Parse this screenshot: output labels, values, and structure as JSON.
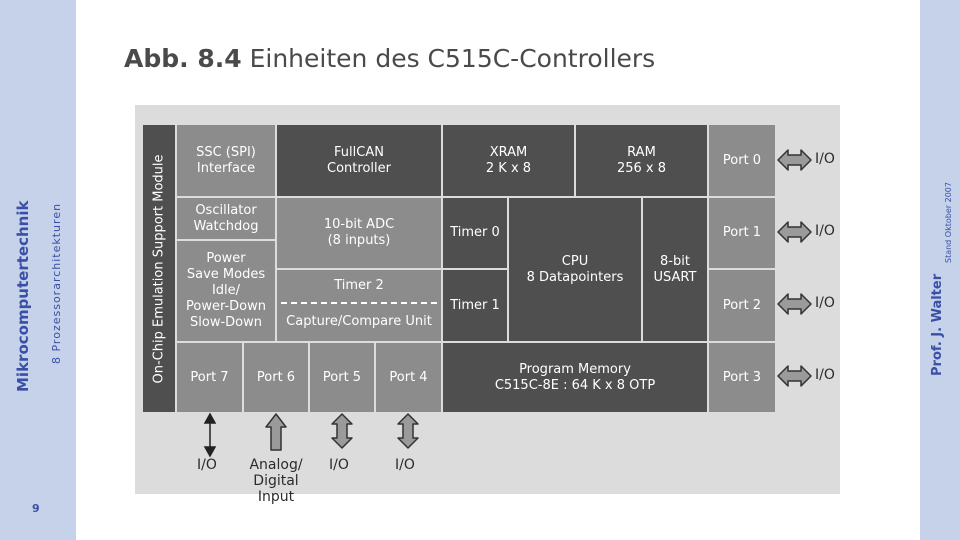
{
  "sidebar_left": {
    "course_title": "Mikrocomputertechnik",
    "chapter": "8 Prozessorarchitekturen",
    "page_number": "9"
  },
  "sidebar_right": {
    "author": "Prof. J. Walter",
    "date": "Stand Oktober 2007"
  },
  "slide": {
    "title_prefix": "Abb. 8.4",
    "title_text": "Einheiten des C515C-Controllers"
  },
  "diagram": {
    "emulation_module": "On-Chip Emulation Support Module",
    "blocks": {
      "ssc": "SSC (SPI)\nInterface",
      "fullcan": "FullCAN\nController",
      "xram": "XRAM\n2 K x 8",
      "ram": "RAM\n256 x 8",
      "oscillator": "Oscillator\nWatchdog",
      "adc": "10-bit ADC\n(8 inputs)",
      "power": "Power\nSave Modes\nIdle/\nPower-Down\nSlow-Down",
      "timer0": "Timer 0",
      "timer1": "Timer 1",
      "cpu": "CPU\n8 Datapointers",
      "usart": "8-bit\nUSART",
      "timer2": "Timer 2",
      "capture": "Capture/Compare Unit",
      "port7": "Port 7",
      "port6": "Port 6",
      "port5": "Port 5",
      "port4": "Port 4",
      "program_memory": "Program Memory\nC515C-8E : 64 K x 8 OTP",
      "port0": "Port 0",
      "port1": "Port 1",
      "port2": "Port 2",
      "port3": "Port 3"
    },
    "right_io": [
      "I/O",
      "I/O",
      "I/O",
      "I/O"
    ],
    "bottom_io": {
      "port7": "I/O",
      "port6": "Analog/\nDigital Input",
      "port5": "I/O",
      "port4": "I/O"
    }
  }
}
